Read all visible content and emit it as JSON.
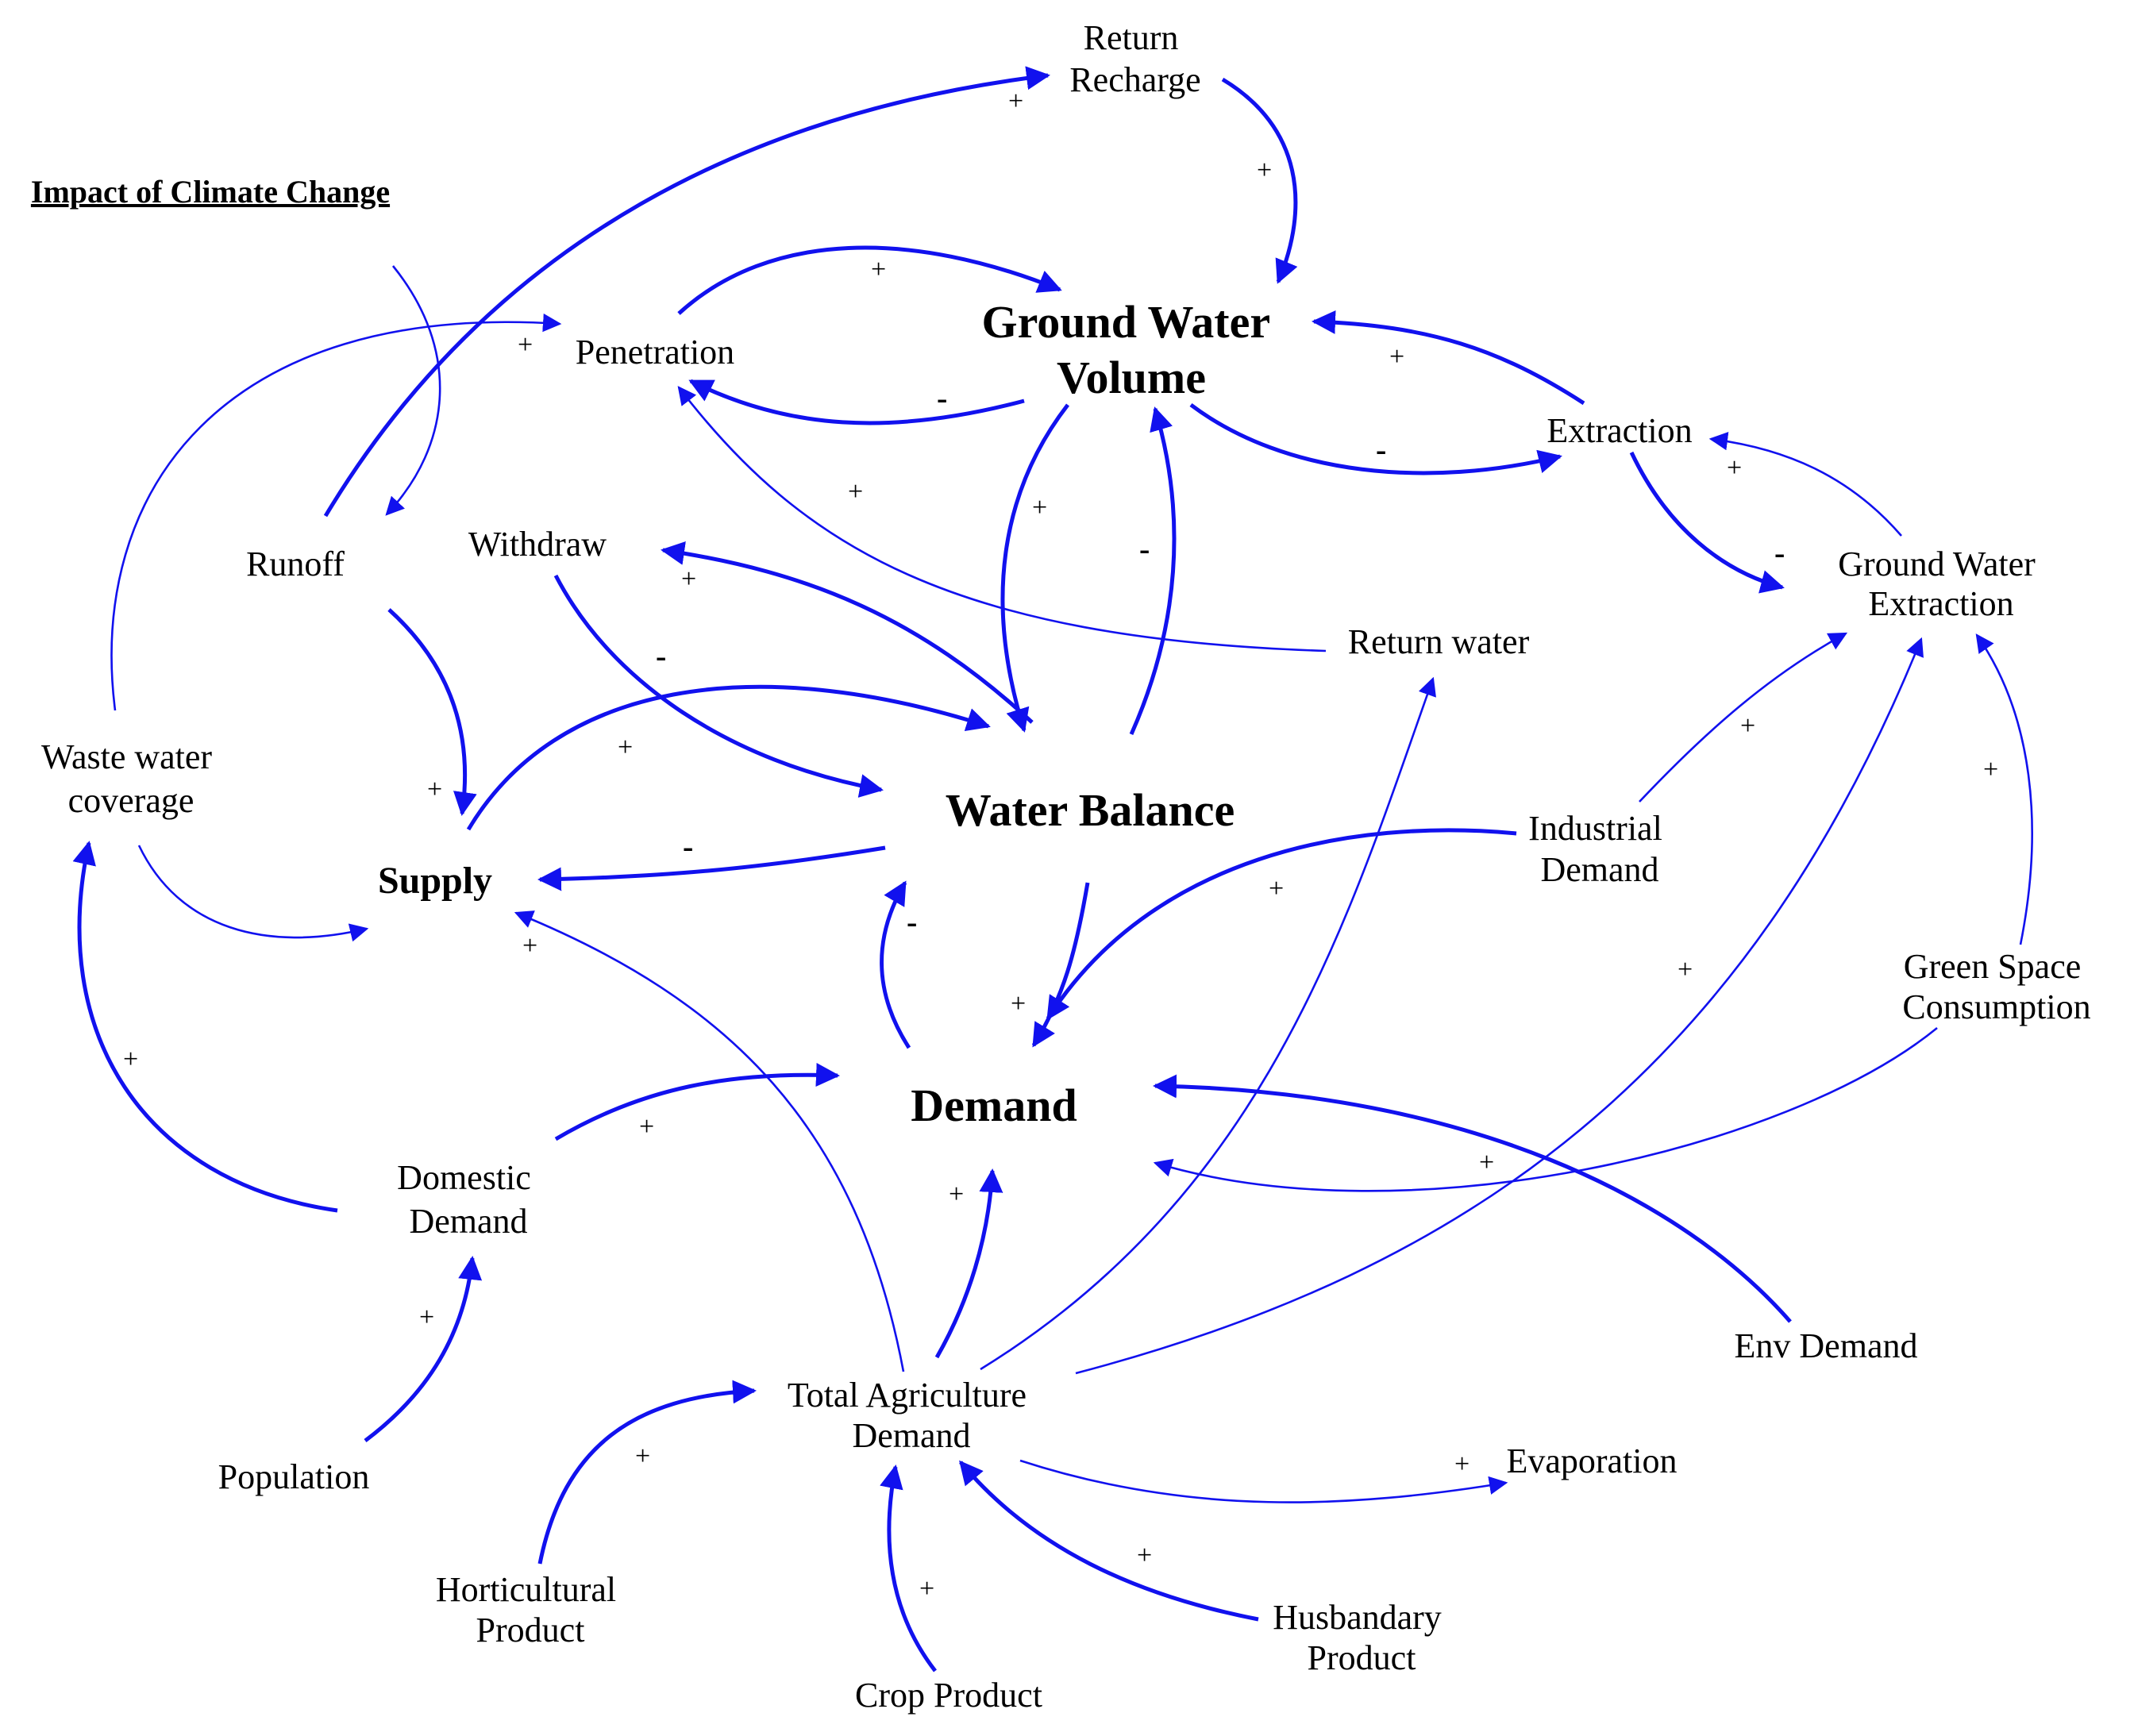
{
  "title": "Impact of Climate Change",
  "nodes": {
    "ground_water_volume": [
      "Ground Water",
      "Volume"
    ],
    "return_recharge": [
      "Return",
      "Recharge"
    ],
    "penetration": [
      "Penetration"
    ],
    "extraction": [
      "Extraction"
    ],
    "ground_water_extraction": [
      "Ground Water",
      "Extraction"
    ],
    "runoff": [
      "Runoff"
    ],
    "withdraw": [
      "Withdraw"
    ],
    "return_water": [
      "Return water"
    ],
    "waste_water_coverage": [
      "Waste water",
      "coverage"
    ],
    "water_balance": [
      "Water Balance"
    ],
    "supply": [
      "Supply"
    ],
    "industrial_demand": [
      "Industrial",
      "Demand"
    ],
    "green_space_consumption": [
      "Green Space",
      "Consumption"
    ],
    "demand": [
      "Demand"
    ],
    "domestic_demand": [
      "Domestic",
      "Demand"
    ],
    "population": [
      "Population"
    ],
    "total_agriculture_demand": [
      "Total Agriculture",
      "Demand"
    ],
    "env_demand": [
      "Env Demand"
    ],
    "evaporation": [
      "Evaporation"
    ],
    "horticultural_product": [
      "Horticultural",
      "Product"
    ],
    "crop_product": [
      "Crop Product"
    ],
    "husbandary_product": [
      "Husbandary",
      "Product"
    ]
  },
  "links": [
    {
      "id": "runoff-to-return-recharge",
      "polarity": "+"
    },
    {
      "id": "return-recharge-to-gwv",
      "polarity": "+"
    },
    {
      "id": "penetration-to-gwv",
      "polarity": "+"
    },
    {
      "id": "gwv-to-penetration",
      "polarity": "-"
    },
    {
      "id": "extraction-to-gwv",
      "polarity": "+"
    },
    {
      "id": "gwv-to-extraction",
      "polarity": "-"
    },
    {
      "id": "climate-to-runoff",
      "polarity": ""
    },
    {
      "id": "waste-water-to-penetration",
      "polarity": "+"
    },
    {
      "id": "return-water-to-penetration",
      "polarity": "+"
    },
    {
      "id": "gwv-to-water-balance",
      "polarity": "+"
    },
    {
      "id": "water-balance-to-gwv",
      "polarity": "-"
    },
    {
      "id": "extraction-to-gw-extraction",
      "polarity": "-"
    },
    {
      "id": "gw-extraction-to-extraction",
      "polarity": "+"
    },
    {
      "id": "water-balance-to-withdraw",
      "polarity": "+"
    },
    {
      "id": "withdraw-to-water-balance",
      "polarity": "-"
    },
    {
      "id": "runoff-to-supply",
      "polarity": "+"
    },
    {
      "id": "supply-to-water-balance",
      "polarity": "+"
    },
    {
      "id": "water-balance-to-supply",
      "polarity": "-"
    },
    {
      "id": "waste-water-to-supply",
      "polarity": ""
    },
    {
      "id": "domestic-to-waste-water",
      "polarity": "+"
    },
    {
      "id": "water-balance-to-demand",
      "polarity": "+"
    },
    {
      "id": "demand-to-water-balance",
      "polarity": "-"
    },
    {
      "id": "industrial-to-demand",
      "polarity": "+"
    },
    {
      "id": "industrial-to-gw-extraction",
      "polarity": "+"
    },
    {
      "id": "agri-to-gw-extraction",
      "polarity": "+"
    },
    {
      "id": "green-space-to-gw-extraction",
      "polarity": "+"
    },
    {
      "id": "green-space-to-demand",
      "polarity": "+"
    },
    {
      "id": "env-to-demand",
      "polarity": ""
    },
    {
      "id": "domestic-to-demand",
      "polarity": "+"
    },
    {
      "id": "population-to-domestic",
      "polarity": "+"
    },
    {
      "id": "agri-to-demand",
      "polarity": "+"
    },
    {
      "id": "agri-to-supply",
      "polarity": "+"
    },
    {
      "id": "agri-to-return-water",
      "polarity": ""
    },
    {
      "id": "agri-to-evaporation",
      "polarity": "+"
    },
    {
      "id": "horticultural-to-agri",
      "polarity": "+"
    },
    {
      "id": "crop-to-agri",
      "polarity": "+"
    },
    {
      "id": "husbandary-to-agri",
      "polarity": "+"
    }
  ],
  "colors": {
    "link": "#1111ee",
    "text": "#000000",
    "background": "#ffffff"
  }
}
